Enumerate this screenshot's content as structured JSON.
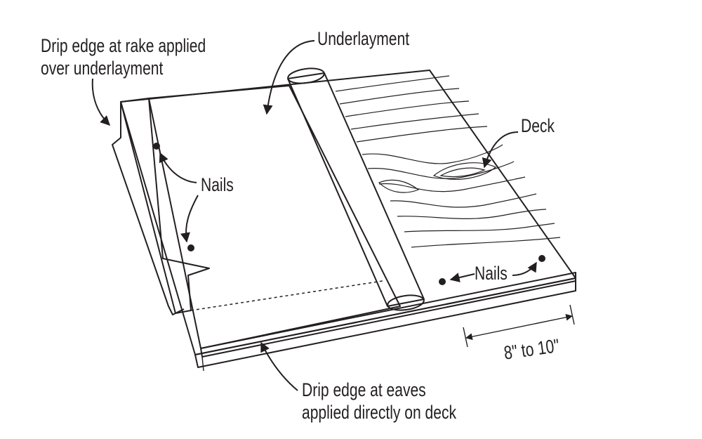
{
  "labels": {
    "rake_line1": "Drip edge at rake applied",
    "rake_line2": "over underlayment",
    "underlayment": "Underlayment",
    "deck": "Deck",
    "nails_left": "Nails",
    "nails_bottom": "Nails",
    "distance": "8\" to 10\"",
    "eaves_line1": "Drip edge at eaves",
    "eaves_line2": "applied directly on deck"
  },
  "colors": {
    "line": "#231f20",
    "underlayment": "#d1d3d4",
    "roll": "#939598",
    "background": "#ffffff"
  }
}
